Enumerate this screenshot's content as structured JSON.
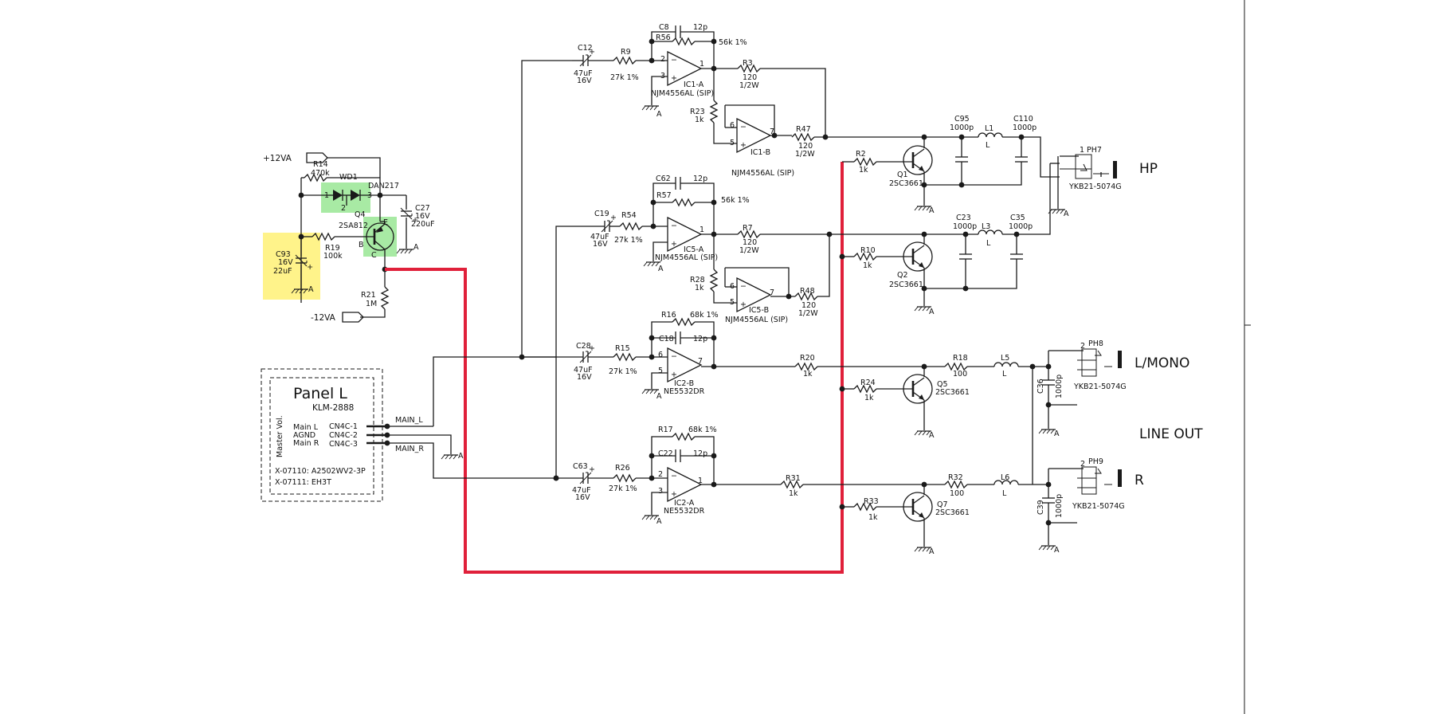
{
  "supplies": {
    "pos": "+12VA",
    "neg": "-12VA"
  },
  "ground": "A",
  "outputs": {
    "hp": "HP",
    "lmono": "L/MONO",
    "r": "R",
    "lineout": "LINE OUT"
  },
  "panel": {
    "title": "Panel L",
    "model": "KLM-2888",
    "side_label": "Master Vol.",
    "rows": [
      {
        "name": "Main L",
        "pin": "CN4C-1"
      },
      {
        "name": "AGND",
        "pin": "CN4C-2"
      },
      {
        "name": "Main R",
        "pin": "CN4C-3"
      }
    ],
    "parts": [
      "X-07110: A2502WV2-3P",
      "X-07111: EH3T"
    ],
    "net_l": "MAIN_L",
    "net_r": "MAIN_R"
  },
  "mute": {
    "r14": {
      "ref": "R14",
      "val": "470k"
    },
    "wd1": {
      "ref": "WD1",
      "part": "DAN217",
      "p1": "1",
      "p2": "2",
      "p3": "3"
    },
    "c27": {
      "ref": "C27",
      "v": "16V",
      "c": "220uF"
    },
    "q4": {
      "ref": "Q4",
      "part": "2SA812",
      "e": "E",
      "b": "B",
      "c": "C"
    },
    "r19": {
      "ref": "R19",
      "val": "100k"
    },
    "c93": {
      "ref": "C93",
      "v": "16V",
      "c": "22uF"
    },
    "r21": {
      "ref": "R21",
      "val": "1M"
    }
  },
  "hp_l": {
    "c12": {
      "ref": "C12",
      "c": "47uF",
      "v": "16V"
    },
    "r9": {
      "ref": "R9",
      "val": "27k 1%"
    },
    "c8": {
      "ref": "C8",
      "val": "12p"
    },
    "r56": {
      "ref": "R56",
      "val": "56k 1%"
    },
    "ic_a": {
      "ref": "IC1-A",
      "part": "NJM4556AL (SIP)",
      "p2": "2",
      "p3": "3",
      "p1": "1"
    },
    "r3": {
      "ref": "R3",
      "val": "120",
      "w": "1/2W"
    },
    "r23": {
      "ref": "R23",
      "val": "1k"
    },
    "ic_b": {
      "ref": "IC1-B",
      "part": "NJM4556AL (SIP)",
      "p6": "6",
      "p5": "5",
      "p7": "7"
    },
    "r47": {
      "ref": "R47",
      "val": "120",
      "w": "1/2W"
    }
  },
  "hp_r": {
    "c19": {
      "ref": "C19",
      "c": "47uF",
      "v": "16V"
    },
    "r54": {
      "ref": "R54",
      "val": "27k 1%"
    },
    "c62": {
      "ref": "C62",
      "val": "12p"
    },
    "r57": {
      "ref": "R57",
      "val": "56k 1%"
    },
    "ic_a": {
      "ref": "IC5-A",
      "part": "NJM4556AL (SIP)",
      "p1": "1"
    },
    "r7": {
      "ref": "R7",
      "val": "120",
      "w": "1/2W"
    },
    "r28": {
      "ref": "R28",
      "val": "1k"
    },
    "ic_b": {
      "ref": "IC5-B",
      "part": "NJM4556AL (SIP)",
      "p6": "6",
      "p5": "5",
      "p7": "7"
    },
    "r48": {
      "ref": "R48",
      "val": "120",
      "w": "1/2W"
    }
  },
  "hp_out": {
    "r2": {
      "ref": "R2",
      "val": "1k"
    },
    "q1": {
      "ref": "Q1",
      "part": "2SC3661"
    },
    "c95": {
      "ref": "C95",
      "val": "1000p"
    },
    "l1": {
      "ref": "L1",
      "val": "L"
    },
    "c110": {
      "ref": "C110",
      "val": "1000p"
    },
    "ph7": {
      "ref": "PH7",
      "part": "YKB21-5074G",
      "p1": "1"
    },
    "r10": {
      "ref": "R10",
      "val": "1k"
    },
    "q2": {
      "ref": "Q2",
      "part": "2SC3661"
    },
    "c23": {
      "ref": "C23",
      "val": "1000p"
    },
    "l3": {
      "ref": "L3",
      "val": "L"
    },
    "c35": {
      "ref": "C35",
      "val": "1000p"
    }
  },
  "line_l": {
    "c28": {
      "ref": "C28",
      "c": "47uF",
      "v": "16V"
    },
    "r15": {
      "ref": "R15",
      "val": "27k 1%"
    },
    "r16": {
      "ref": "R16",
      "val": "68k 1%"
    },
    "c18": {
      "ref": "C18",
      "val": "12p"
    },
    "ic": {
      "ref": "IC2-B",
      "part": "NE5532DR",
      "p6": "6",
      "p5": "5",
      "p7": "7"
    },
    "r20": {
      "ref": "R20",
      "val": "1k"
    },
    "r18": {
      "ref": "R18",
      "val": "100"
    },
    "l5": {
      "ref": "L5",
      "val": "L"
    },
    "c36": {
      "ref": "C36",
      "val": "1000p"
    },
    "ph8": {
      "ref": "PH8",
      "part": "YKB21-5074G",
      "p2": "2"
    },
    "r24": {
      "ref": "R24",
      "val": "1k"
    },
    "q5": {
      "ref": "Q5",
      "part": "2SC3661"
    }
  },
  "line_r": {
    "c63": {
      "ref": "C63",
      "c": "47uF",
      "v": "16V"
    },
    "r26": {
      "ref": "R26",
      "val": "27k 1%"
    },
    "r17": {
      "ref": "R17",
      "val": "68k 1%"
    },
    "c22": {
      "ref": "C22",
      "val": "12p"
    },
    "ic": {
      "ref": "IC2-A",
      "part": "NE5532DR",
      "p2": "2",
      "p3": "3",
      "p1": "1"
    },
    "r31": {
      "ref": "R31",
      "val": "1k"
    },
    "r32": {
      "ref": "R32",
      "val": "100"
    },
    "l6": {
      "ref": "L6",
      "val": "L"
    },
    "c39": {
      "ref": "C39",
      "val": "1000p"
    },
    "ph9": {
      "ref": "PH9",
      "part": "YKB21-5074G",
      "p2": "2"
    },
    "r33": {
      "ref": "R33",
      "val": "1k"
    },
    "q7": {
      "ref": "Q7",
      "part": "2SC3661"
    }
  },
  "colors": {
    "highlight_yellow": "#fff38a",
    "highlight_green": "#a8eaa4",
    "mute_line": "#e0203a"
  }
}
